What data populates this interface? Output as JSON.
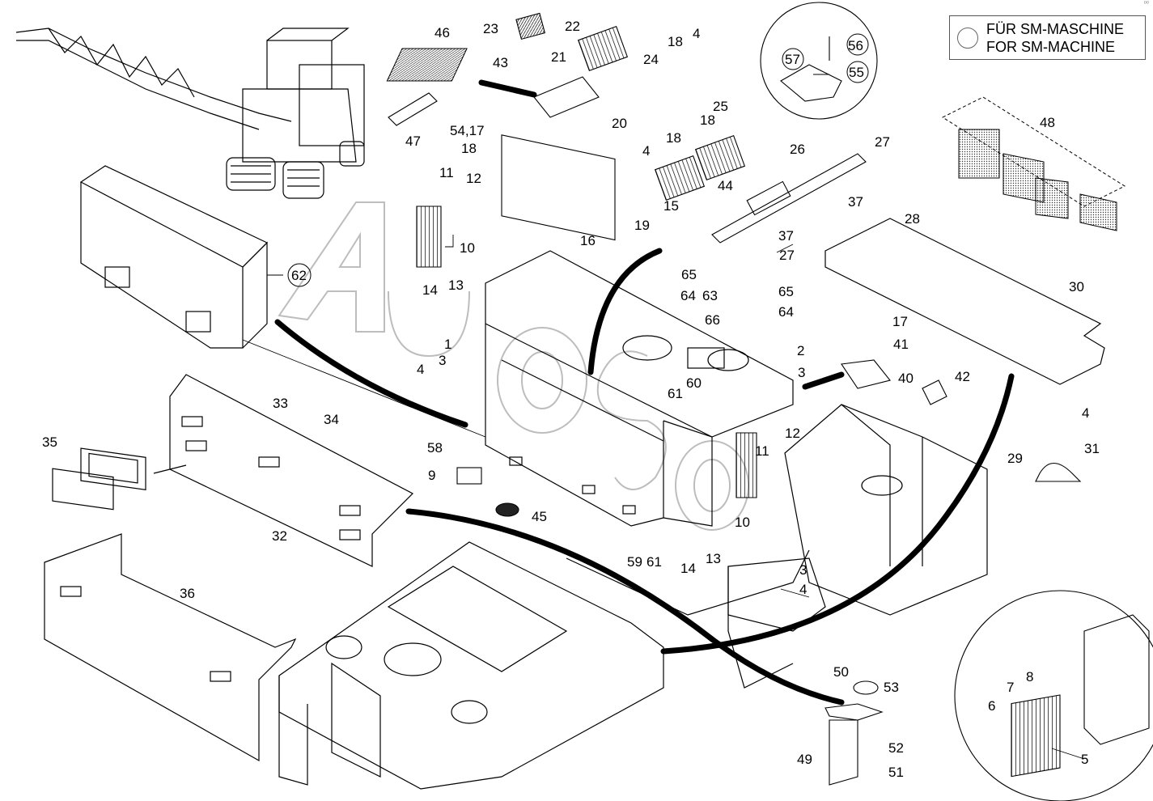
{
  "legend": {
    "line_de": "FÜR SM-MASCHINE",
    "line_en": "FOR SM-MACHINE"
  },
  "corner_mark": "⁰⁰",
  "colors": {
    "ink": "#000000",
    "watermark": "#bdbdbd",
    "paper": "#ffffff"
  },
  "callouts": [
    {
      "id": "c1",
      "text": "1"
    },
    {
      "id": "c2",
      "text": "2"
    },
    {
      "id": "c3a",
      "text": "3"
    },
    {
      "id": "c3b",
      "text": "3"
    },
    {
      "id": "c3c",
      "text": "3"
    },
    {
      "id": "c4a",
      "text": "4"
    },
    {
      "id": "c4b",
      "text": "4"
    },
    {
      "id": "c4c",
      "text": "4"
    },
    {
      "id": "c4d",
      "text": "4"
    },
    {
      "id": "c4e",
      "text": "4"
    },
    {
      "id": "c5",
      "text": "5"
    },
    {
      "id": "c6",
      "text": "6"
    },
    {
      "id": "c7",
      "text": "7"
    },
    {
      "id": "c8",
      "text": "8"
    },
    {
      "id": "c9",
      "text": "9"
    },
    {
      "id": "c10a",
      "text": "10"
    },
    {
      "id": "c10b",
      "text": "10"
    },
    {
      "id": "c11a",
      "text": "11"
    },
    {
      "id": "c11b",
      "text": "11"
    },
    {
      "id": "c12a",
      "text": "12"
    },
    {
      "id": "c12b",
      "text": "12"
    },
    {
      "id": "c13a",
      "text": "13"
    },
    {
      "id": "c13b",
      "text": "13"
    },
    {
      "id": "c14a",
      "text": "14"
    },
    {
      "id": "c14b",
      "text": "14"
    },
    {
      "id": "c15",
      "text": "15"
    },
    {
      "id": "c16",
      "text": "16"
    },
    {
      "id": "c17",
      "text": "17"
    },
    {
      "id": "c18a",
      "text": "18"
    },
    {
      "id": "c18b",
      "text": "18"
    },
    {
      "id": "c18c",
      "text": "18"
    },
    {
      "id": "c18d",
      "text": "18"
    },
    {
      "id": "c19",
      "text": "19"
    },
    {
      "id": "c20",
      "text": "20"
    },
    {
      "id": "c21",
      "text": "21"
    },
    {
      "id": "c22",
      "text": "22"
    },
    {
      "id": "c23",
      "text": "23"
    },
    {
      "id": "c24",
      "text": "24"
    },
    {
      "id": "c25",
      "text": "25"
    },
    {
      "id": "c26",
      "text": "26"
    },
    {
      "id": "c27a",
      "text": "27"
    },
    {
      "id": "c27b",
      "text": "27"
    },
    {
      "id": "c28",
      "text": "28"
    },
    {
      "id": "c29",
      "text": "29"
    },
    {
      "id": "c30",
      "text": "30"
    },
    {
      "id": "c31",
      "text": "31"
    },
    {
      "id": "c32",
      "text": "32"
    },
    {
      "id": "c33",
      "text": "33"
    },
    {
      "id": "c34",
      "text": "34"
    },
    {
      "id": "c35",
      "text": "35"
    },
    {
      "id": "c36",
      "text": "36"
    },
    {
      "id": "c37a",
      "text": "37"
    },
    {
      "id": "c37b",
      "text": "37"
    },
    {
      "id": "c40",
      "text": "40"
    },
    {
      "id": "c41",
      "text": "41"
    },
    {
      "id": "c42",
      "text": "42"
    },
    {
      "id": "c43",
      "text": "43"
    },
    {
      "id": "c44",
      "text": "44"
    },
    {
      "id": "c45",
      "text": "45"
    },
    {
      "id": "c46",
      "text": "46"
    },
    {
      "id": "c47",
      "text": "47"
    },
    {
      "id": "c48",
      "text": "48"
    },
    {
      "id": "c49",
      "text": "49"
    },
    {
      "id": "c50",
      "text": "50"
    },
    {
      "id": "c51",
      "text": "51"
    },
    {
      "id": "c52",
      "text": "52"
    },
    {
      "id": "c53",
      "text": "53"
    },
    {
      "id": "c54",
      "text": "54,17"
    },
    {
      "id": "c55",
      "text": "55"
    },
    {
      "id": "c56",
      "text": "56"
    },
    {
      "id": "c57",
      "text": "57"
    },
    {
      "id": "c58",
      "text": "58"
    },
    {
      "id": "c59",
      "text": "59"
    },
    {
      "id": "c60",
      "text": "60"
    },
    {
      "id": "c61a",
      "text": "61"
    },
    {
      "id": "c61b",
      "text": "61"
    },
    {
      "id": "c62",
      "text": "62"
    },
    {
      "id": "c63",
      "text": "63"
    },
    {
      "id": "c64a",
      "text": "64"
    },
    {
      "id": "c64b",
      "text": "64"
    },
    {
      "id": "c65a",
      "text": "65"
    },
    {
      "id": "c65b",
      "text": "65"
    },
    {
      "id": "c66",
      "text": "66"
    }
  ]
}
